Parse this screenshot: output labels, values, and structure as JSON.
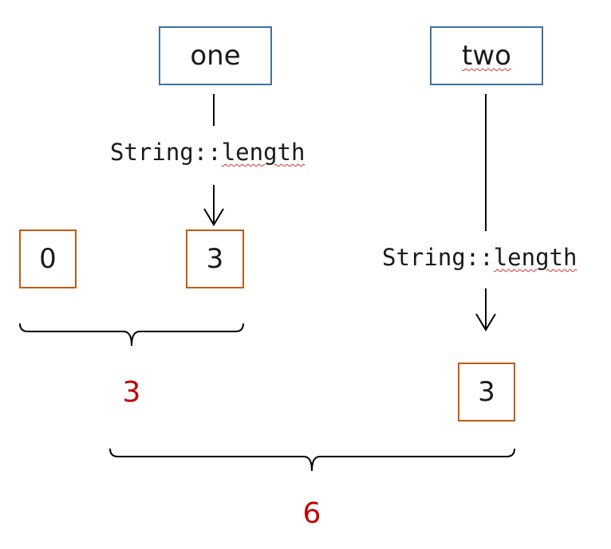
{
  "words": {
    "first": "one",
    "second": "two"
  },
  "method_refs": {
    "first": "String::length",
    "second": "String::length"
  },
  "boxes": {
    "identity": "0",
    "length_one": "3",
    "length_two": "3"
  },
  "results": {
    "partial": "3",
    "total": "6"
  },
  "colors": {
    "word_border": "#41719c",
    "number_border": "#c55a11",
    "result_text": "#c00000"
  }
}
